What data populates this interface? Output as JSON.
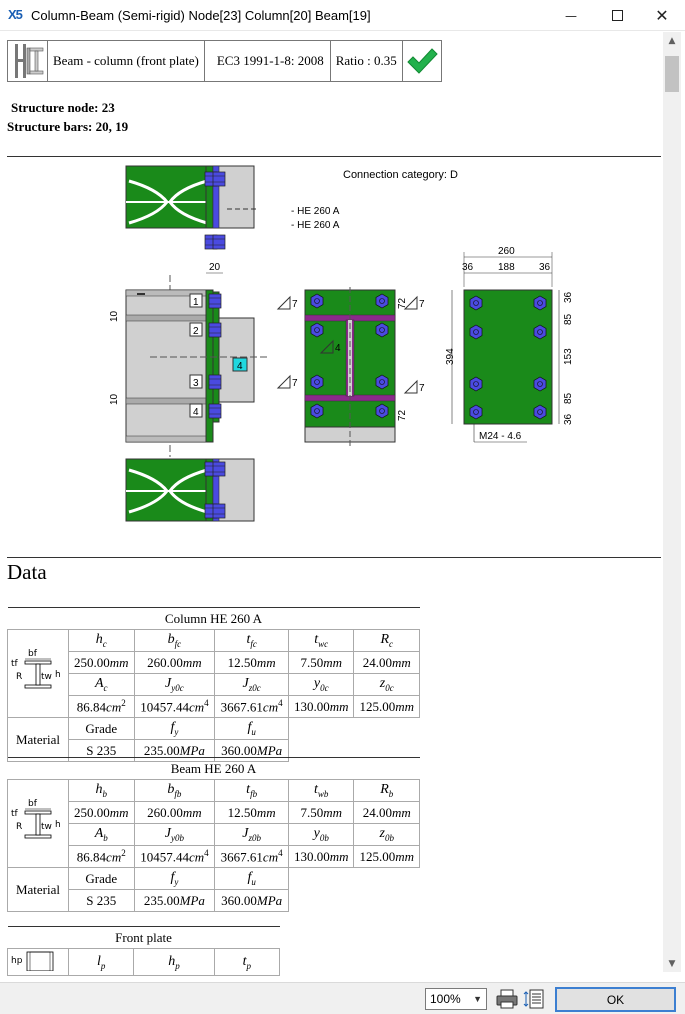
{
  "window": {
    "logo": "X5",
    "title": "Column-Beam (Semi-rigid) Node[23] Column[20]  Beam[19]",
    "minimize": "—",
    "close": "✕"
  },
  "header": {
    "connection_type": "Beam - column (front plate)",
    "code": "EC3 1991-1-8: 2008",
    "ratio": "Ratio : 0.35",
    "check_icon": "check-icon",
    "check_color": "#22b14c"
  },
  "node": {
    "node_line": "Structure node: 23",
    "bars_line": "Structure bars: 20, 19"
  },
  "drawing": {
    "connection_category": "Connection category:  D",
    "profile1": "- HE  260 A",
    "profile2": "- HE  260 A",
    "dim_20": "20",
    "dim_10a": "10",
    "dim_10b": "10",
    "bolt_labels": [
      "1",
      "2",
      "3",
      "4"
    ],
    "beam_label": "4",
    "weld_7a": "7",
    "weld_7b": "7",
    "weld_7c": "7",
    "weld_7d": "7",
    "weld_4": "4",
    "dim_72a": "72",
    "dim_72b": "72",
    "plate_width": "260",
    "plate_edge_left": "36",
    "plate_gauge": "188",
    "plate_edge_right": "36",
    "plate_height": "394",
    "pitch_36a": "36",
    "pitch_85a": "85",
    "pitch_153": "153",
    "pitch_85b": "85",
    "pitch_36b": "36",
    "bolt_spec": "M24 - 4.6",
    "steel_color": "#1a8a1a",
    "bolt_color": "#4a4ae0",
    "weld_color": "#8b2a8b"
  },
  "data_title": "Data",
  "column": {
    "title": "Column HE  260 A",
    "row1_heads": [
      [
        "h",
        "c"
      ],
      [
        "b",
        "fc"
      ],
      [
        "t",
        "fc"
      ],
      [
        "t",
        "wc"
      ],
      [
        "R",
        "c"
      ]
    ],
    "row1_vals": [
      "250.00",
      "260.00",
      "12.50",
      "7.50",
      "24.00"
    ],
    "row2_heads": [
      [
        "A",
        "c"
      ],
      [
        "J",
        "y0c"
      ],
      [
        "J",
        "z0c"
      ],
      [
        "y",
        "0c"
      ],
      [
        "z",
        "0c"
      ]
    ],
    "row2_vals": [
      "86.84",
      "10457.44",
      "3667.61",
      "130.00",
      "125.00"
    ],
    "material_label": "Material",
    "grade_head": "Grade",
    "fy_head": [
      "f",
      "y"
    ],
    "fu_head": [
      "f",
      "u"
    ],
    "grade": "S 235",
    "fy": "235.00",
    "fu": "360.00"
  },
  "beam": {
    "title": "Beam HE  260 A",
    "row1_heads": [
      [
        "h",
        "b"
      ],
      [
        "b",
        "fb"
      ],
      [
        "t",
        "fb"
      ],
      [
        "t",
        "wb"
      ],
      [
        "R",
        "b"
      ]
    ],
    "row1_vals": [
      "250.00",
      "260.00",
      "12.50",
      "7.50",
      "24.00"
    ],
    "row2_heads": [
      [
        "A",
        "b"
      ],
      [
        "J",
        "y0b"
      ],
      [
        "J",
        "z0b"
      ],
      [
        "y",
        "0b"
      ],
      [
        "z",
        "0b"
      ]
    ],
    "row2_vals": [
      "86.84",
      "10457.44",
      "3667.61",
      "130.00",
      "125.00"
    ],
    "material_label": "Material",
    "grade_head": "Grade",
    "fy_head": [
      "f",
      "y"
    ],
    "fu_head": [
      "f",
      "u"
    ],
    "grade": "S 235",
    "fy": "235.00",
    "fu": "360.00"
  },
  "front_plate": {
    "title": "Front plate",
    "heads": [
      [
        "l",
        "p"
      ],
      [
        "h",
        "p"
      ],
      [
        "t",
        "p"
      ]
    ],
    "hp_label": "hp"
  },
  "units": {
    "mm": "mm",
    "cm": "cm",
    "mpa": "MPa",
    "pow2": "2",
    "pow4": "4"
  },
  "profile_icon": {
    "bf": "bf",
    "tf": "tf",
    "r": "R",
    "tw": "tw",
    "h": "h"
  },
  "footer": {
    "zoom": "100%",
    "ok": "OK",
    "print_icon": "printer-icon",
    "page_icon": "page-setup-icon"
  }
}
